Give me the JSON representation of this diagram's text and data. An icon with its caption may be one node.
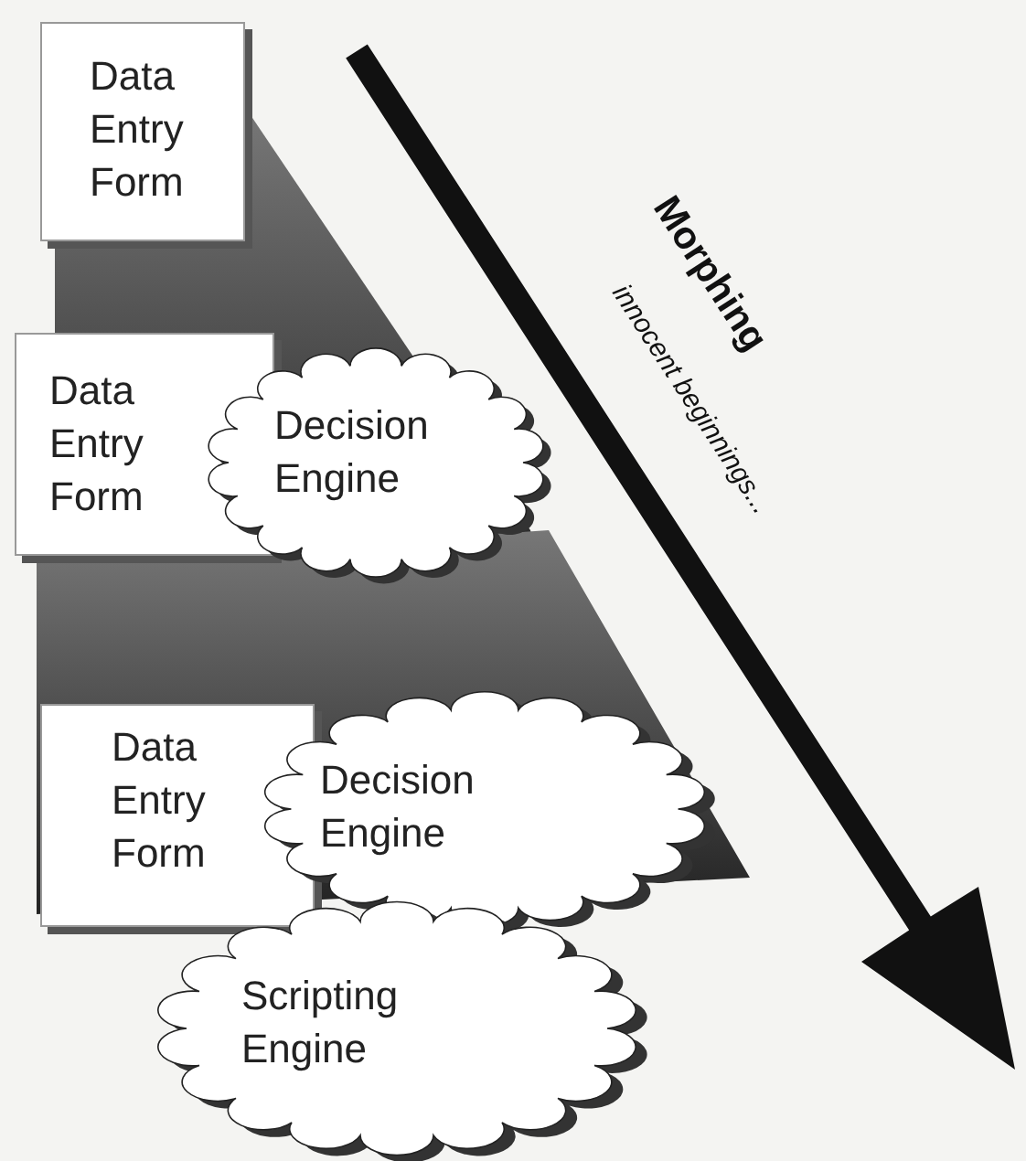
{
  "diagram": {
    "nodes": [
      {
        "text": [
          "Data Entry Form"
        ]
      },
      {
        "text": [
          "Data Entry Form"
        ]
      },
      {
        "text": [
          "Decision Engine"
        ]
      },
      {
        "text": [
          "Data Entry Form"
        ]
      },
      {
        "text": [
          "Decision Engine"
        ]
      },
      {
        "text": [
          "Scripting Engine"
        ]
      }
    ],
    "labels": [
      "Morphing",
      "innocent beginnings..."
    ]
  }
}
